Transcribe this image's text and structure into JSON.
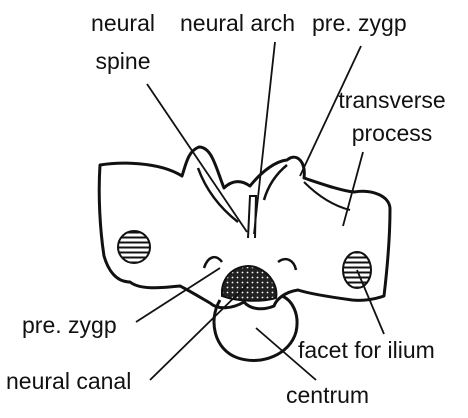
{
  "colors": {
    "ink": "#111111",
    "background": "#ffffff"
  },
  "labels": {
    "neural_spine_line1": "neural",
    "neural_spine_line2": "spine",
    "neural_arch": "neural arch",
    "pre_zygp_top": "pre. zygp",
    "transverse_line1": "transverse",
    "transverse_line2": "process",
    "pre_zygp_bottom": "pre. zygp",
    "facet_for_ilium": "facet for ilium",
    "neural_canal": "neural canal",
    "centrum": "centrum"
  }
}
